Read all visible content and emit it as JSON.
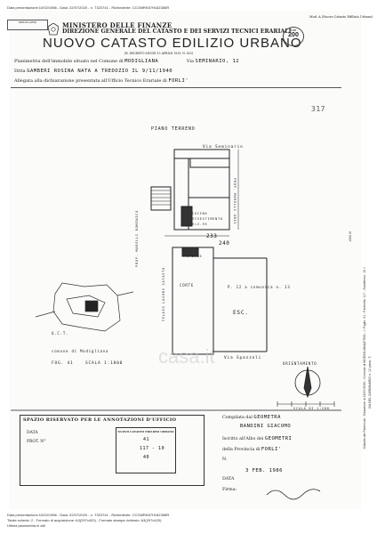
{
  "header_meta": "Data presentazione:10/02/1986 - Data: 22/07/2020 - n. T323741 - Richiedente: CCGMRK87H18Z458R",
  "footer_meta": {
    "line1": "Data presentazione:10/02/1986 - Data: 22/07/2020 - n. T323741 - Richiedente: CCGMRK87H18Z458R",
    "line2": "Totale schede: 2 - Formato di acquisizione: A3(297x420) - Formato stampa richiesto: A3(297x420)",
    "line3": "Ultima planimetria in atti"
  },
  "side_text": {
    "right": "Catasto dei Fabbricati - Situazione al 22/07/2020 - Comune di MODIGLIANA(F259) - < Foglio: 41 - Particella: 117 - Subalterno: 10 >",
    "right2": "VIA DEL CARMINARIO n. 12 piano: T;",
    "page_no": "1000 III"
  },
  "document": {
    "form_box": "MODULARIO",
    "form_code": "Mod. A (Nuovo Catasto Edilizio Urbano)",
    "ministry": "MINISTERO DELLE FINANZE",
    "direction": "DIREZIONE GENERALE DEL CATASTO E DEI SERVIZI TECNICI ERARIALI",
    "title": "NUOVO CATASTO EDILIZIO URBANO",
    "decree": "(R. DECRETO-LEGGE 13 APRILE 1939, N. 652)",
    "lire_label": "Lire",
    "lire_value": "200",
    "line1_label": "Planimetria dell'immobile situato nel Comune di",
    "line1_value": "MODIGLIANA",
    "line1_via_label": "Via",
    "line1_via_value": "SEMINARIO, 12",
    "line2_label": "Ditta",
    "line2_value": "GAMBERI ROSINA NATA A TREDOZIO IL 9/11/1940",
    "line3_label": "Allegata alla dichiarazione presentata all'Ufficio Tecnico Erariale di",
    "line3_value": "FORLI'",
    "margin_note": "317"
  },
  "drawing": {
    "floor_label": "PIANO TERRENO",
    "street_top": "Via Seminario",
    "street_bottom": "Via Spazzoli",
    "annot_1": "P. 12 a comunica n. 13",
    "annot_2": "ESC.",
    "annot_3": "CORTE",
    "room_1": "CUCINA",
    "room_2": "RIVESTIMENTO",
    "prop_left": "PROP. MARELLI DOMENICO",
    "prop_right": "PROP. MARELLI ARIS",
    "prop_left2": "TELAIO LAVORI CATASTO",
    "height_1": "H=2.95",
    "height_2": "H=2.85",
    "area_num": "233",
    "area_num2": "240",
    "ucr_label": "U.C.T.",
    "comune_label": "comune di Modigliana",
    "foglio_label": "FOG. 41",
    "scala_label": "SCALA 1:1000",
    "orient_label": "ORIENTAMENTO",
    "scale_label": "SCALA DI 1:200"
  },
  "bottom_box": {
    "title": "SPAZIO RISERVATO PER LE ANNOTAZIONI D'UFFICIO",
    "data_label": "DATA",
    "prot_label": "PROT. N°",
    "stamp_title": "NUOVO CATASTO EDILIZIO URBANO",
    "stamp_val1": "41",
    "stamp_val2": "117 - 10",
    "stamp_val3": "40"
  },
  "compiler": {
    "compiled_by": "Compilata dal",
    "profession": "GEOMETRA",
    "name": "BANDINI GIACOMO",
    "registered_label": "Iscritto all'Albo dei",
    "registered_value": "GEOMETRI",
    "province_label": "della Provincia di",
    "province_value": "FORLI'",
    "n_label": "N.",
    "date_stamp": "3 FEB. 1986",
    "date_label": "DATA",
    "signature_label": "Firma:"
  },
  "watermark": "casa.it"
}
